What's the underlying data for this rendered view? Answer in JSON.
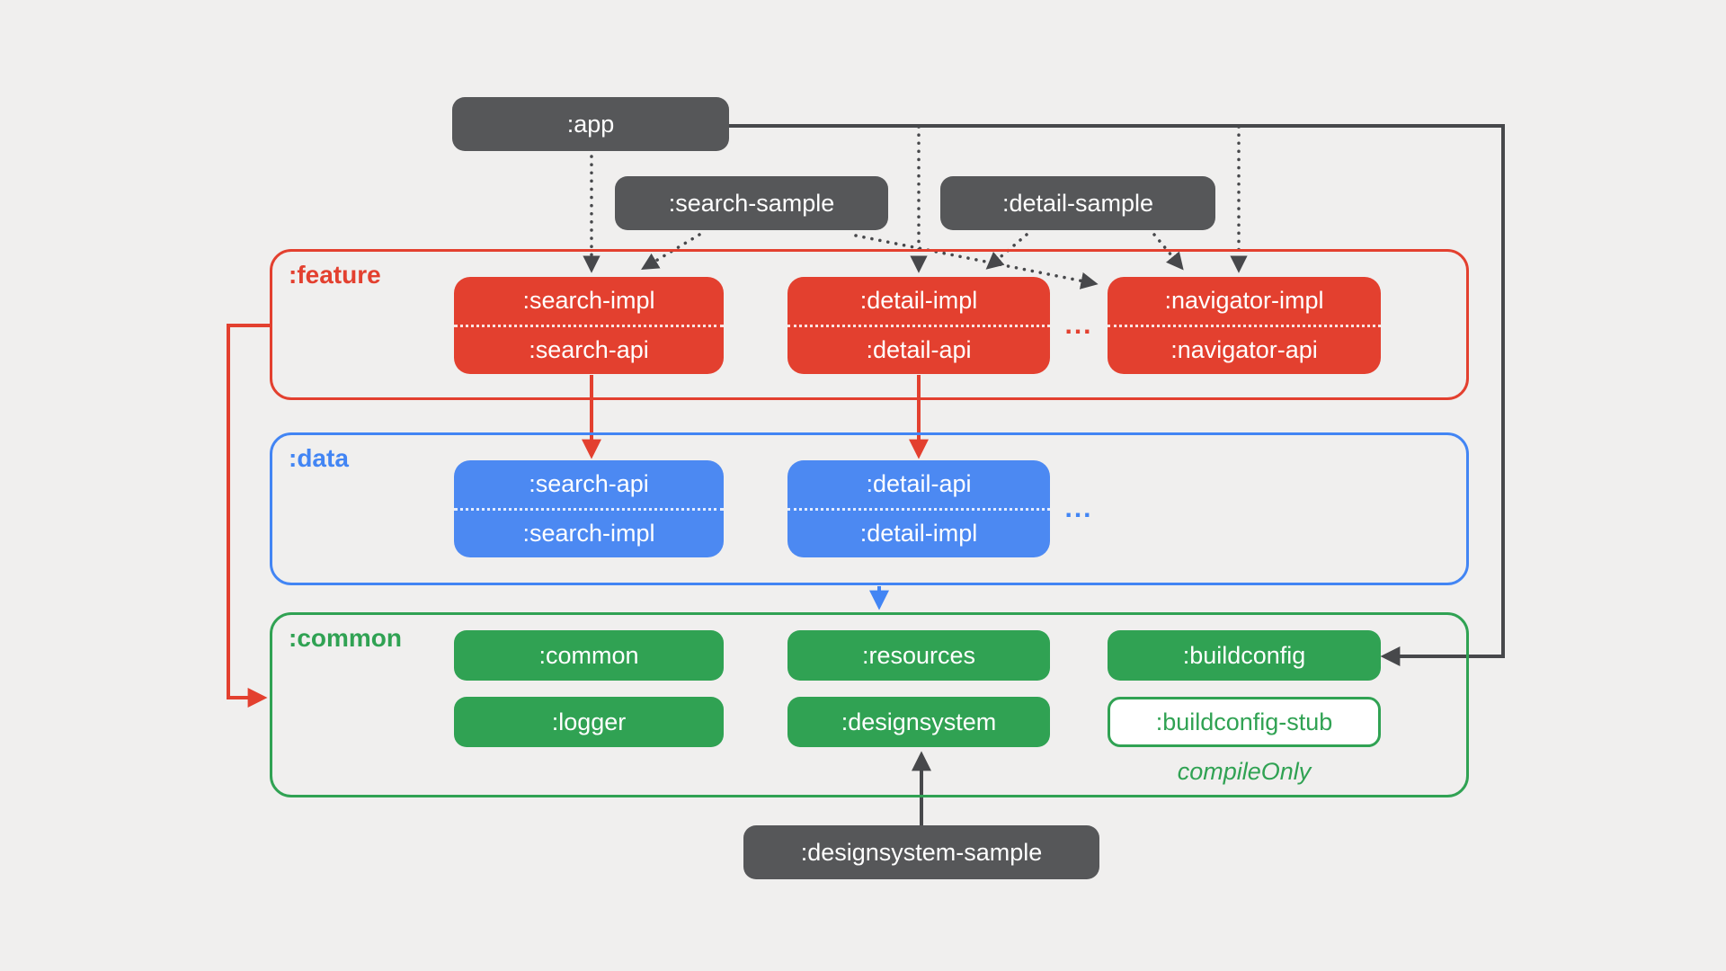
{
  "colors": {
    "background": "#f0efee",
    "dark_node": "#565759",
    "dark_line": "#47484b",
    "red": "#e3402f",
    "blue": "#4285f4",
    "blue_box": "#4c89f2",
    "green": "#30a253",
    "white": "#ffffff"
  },
  "nodes": {
    "app": ":app",
    "search_sample": ":search-sample",
    "detail_sample": ":detail-sample",
    "designsystem_sample": ":designsystem-sample"
  },
  "groups": {
    "feature": {
      "label": ":feature",
      "ellipsis": "...",
      "modules": [
        {
          "top": ":search-impl",
          "bottom": ":search-api"
        },
        {
          "top": ":detail-impl",
          "bottom": ":detail-api"
        },
        {
          "top": ":navigator-impl",
          "bottom": ":navigator-api"
        }
      ]
    },
    "data": {
      "label": ":data",
      "ellipsis": "...",
      "modules": [
        {
          "top": ":search-api",
          "bottom": ":search-impl"
        },
        {
          "top": ":detail-api",
          "bottom": ":detail-impl"
        }
      ]
    },
    "common": {
      "label": ":common",
      "modules": [
        ":common",
        ":resources",
        ":buildconfig",
        ":logger",
        ":designsystem"
      ],
      "stub_module": ":buildconfig-stub",
      "stub_note": "compileOnly"
    }
  }
}
